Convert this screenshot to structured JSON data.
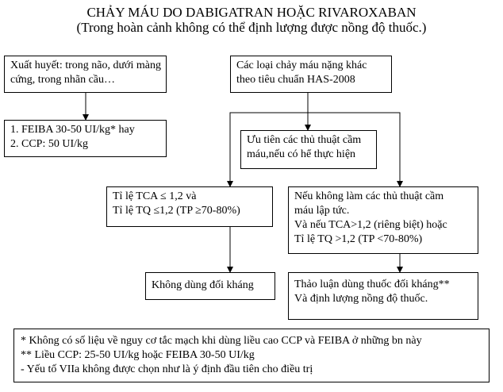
{
  "header": {
    "title": "CHẢY MÁU DO DABIGATRAN HOẶC RIVAROXABAN",
    "subtitle": "(Trong hoàn cảnh không có thể định lượng được nồng độ thuốc.)"
  },
  "boxes": {
    "hemorrhage": [
      "Xuất huyết: trong não, dưới màng",
      "cứng, trong nhãn cầu…"
    ],
    "severe_bleeding": [
      "Các loại chảy máu nặng khác",
      "theo tiêu chuẩn HAS-2008"
    ],
    "feiba_ccp": [
      "1. FEIBA 30-50 UI/kg* hay",
      "2. CCP: 50 UI/kg"
    ],
    "priority": [
      "Ưu tiên các thủ thuật cầm",
      "máu,nếu có hể thực hiện"
    ],
    "ratio_low": [
      "Tỉ lệ TCA ≤ 1,2 và",
      "Tỉ lệ TQ ≤1,2 (TP ≥70-80%)"
    ],
    "no_procedure": [
      "Nếu không làm các thủ thuật cầm",
      "máu lập tức.",
      "Và nếu TCA>1,2 (riêng biệt) hoặc",
      "Tỉ lệ TQ >1,2 (TP <70-80%)"
    ],
    "no_antagonist": [
      "Không dùng đối kháng"
    ],
    "discuss": [
      "Thảo luận dùng thuốc đối kháng**",
      "Và định lượng nồng độ thuốc."
    ],
    "notes": [
      "* Không có số liệu về nguy cơ tắc mạch khi dùng liều cao CCP và FEIBA ở những bn này",
      "** Liều CCP: 25-50 UI/kg hoặc FEIBA 30-50 UI/kg",
      "- Yếu tố VIIa không được chọn như là ý định đầu tiên cho điều trị"
    ]
  }
}
